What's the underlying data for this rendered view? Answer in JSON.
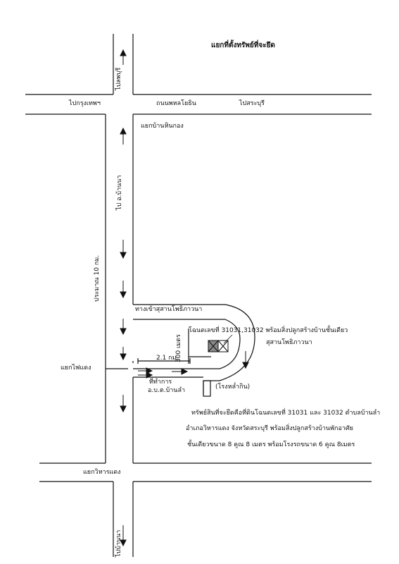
{
  "title": "แยกที่ตั้งทรัพย์ที่จะยึด",
  "roads": {
    "main_road": "ถนนพหลโยธิน",
    "to_bangkok": "ไปกรุงเทพฯ",
    "to_saraburi": "ไปสระบุรี",
    "to_lopburi": "ไปลพบุรี",
    "to_ban_na_district": "ไป อ.บ้านนา",
    "to_ban_na": "ไปบ้านนา",
    "distance_10km": "ประมาณ 10 กม.",
    "junction_hin_kong": "แยกบ้านหินกอง",
    "junction_fai_daeng": "แยกไฟแดง",
    "junction_wihan_daeng": "แยกวิหารแดง",
    "entrance_label": "ทางเข้าสุสานโพธิภาวนา",
    "distance_2_1km": "2.1 กม.",
    "distance_300m": "300 เมตร"
  },
  "places": {
    "office_line1": "ที่ทำการ",
    "office_line2": "อ.บ.ต.บ้านลำ",
    "factory": "(โรงหล่ำกิน)",
    "cemetery": "สุสานโพธิภาวนา"
  },
  "property": {
    "deed_label": "โฉนดเลขที่ 31031,31032 พร้อมสิ่งปลูกสร้างบ้านชั้นเดียว"
  },
  "description": {
    "line1": "ทรัพย์สินที่จะยึดคือที่ดินโฉนดเลขที่ 31031 และ 31032 ตำบลบ้านลำ",
    "line2": "อำเภอวิหารแดง จังหวัดสระบุรี พร้อมสิ่งปลูกสร้างบ้านพักอาศัย",
    "line3": "ชั้นเดียวขนาด 8 คูณ 8 เมตร พร้อมโรงรถขนาด 6 คูณ 8เมตร"
  }
}
